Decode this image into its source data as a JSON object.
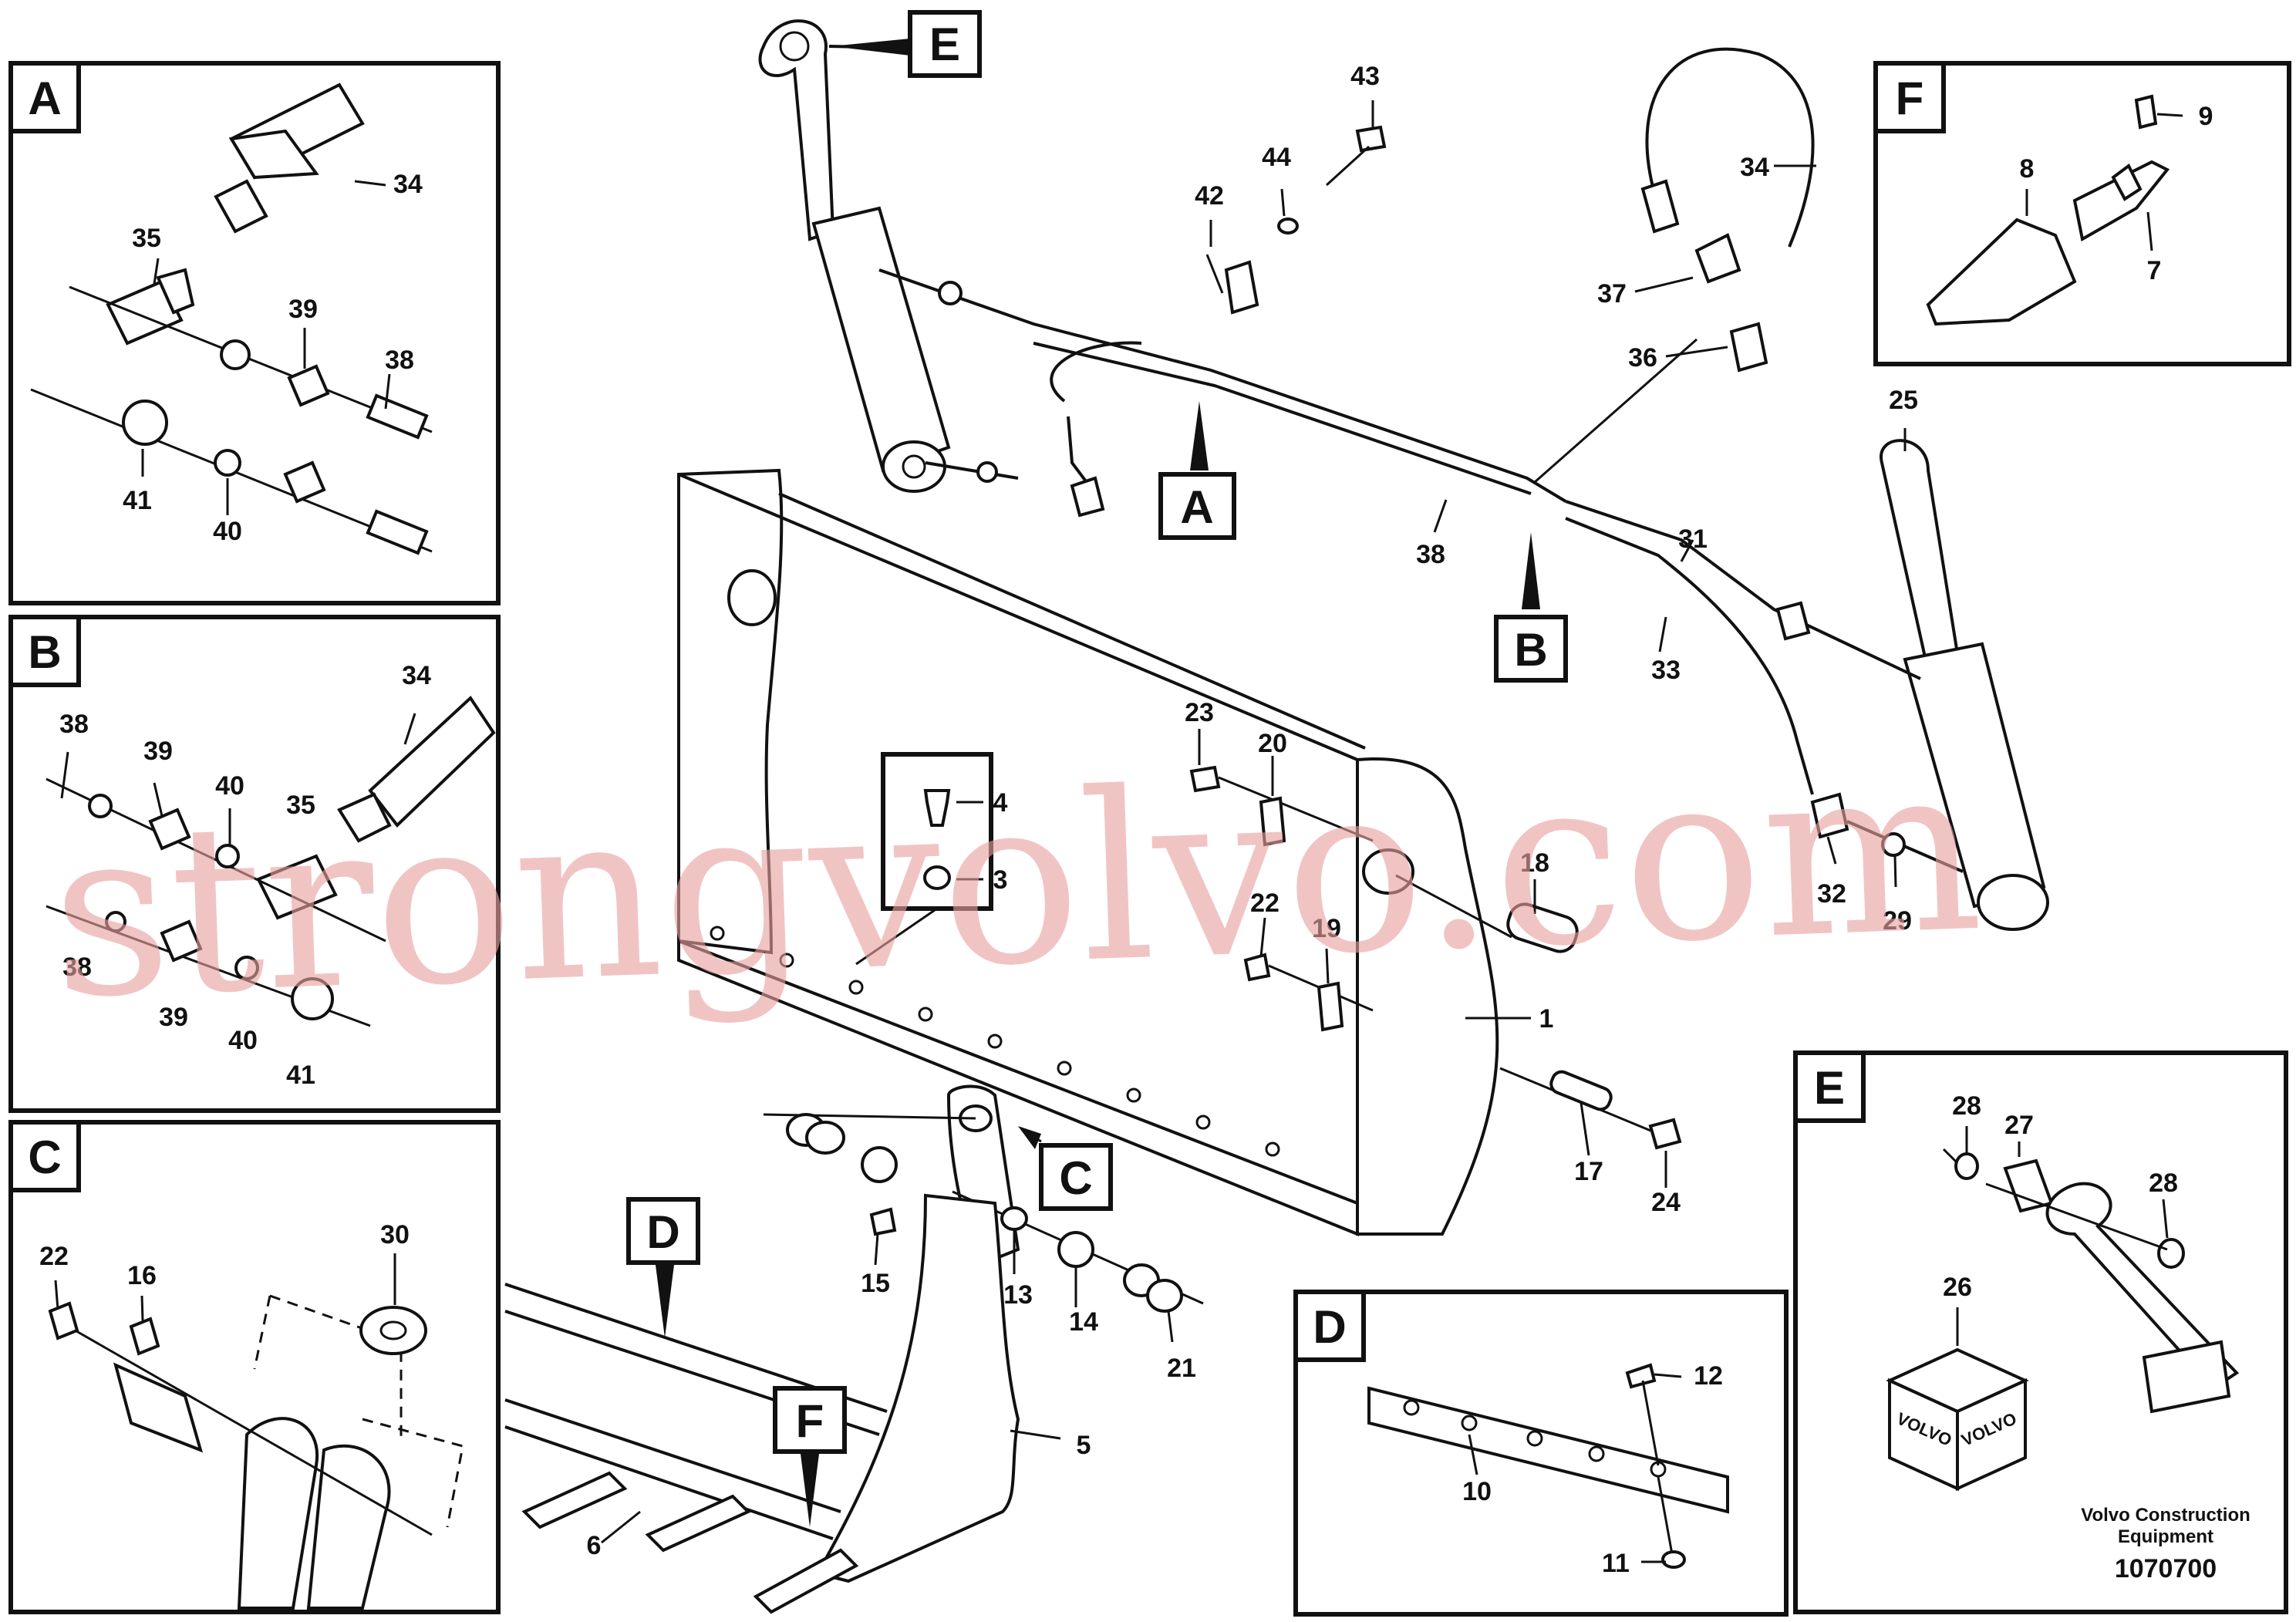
{
  "detail_boxes": {
    "A": "A",
    "B": "B",
    "C": "C",
    "D": "D",
    "E": "E",
    "F": "F"
  },
  "main_letters": {
    "A": "A",
    "B": "B",
    "C": "C",
    "D": "D",
    "E": "E",
    "F": "F"
  },
  "callouts": {
    "A": [
      "34",
      "35",
      "39",
      "38",
      "41",
      "40"
    ],
    "B": [
      "34",
      "38",
      "39",
      "40",
      "35",
      "38",
      "39",
      "40",
      "41"
    ],
    "C": [
      "22",
      "16",
      "30"
    ],
    "D": [
      "12",
      "10",
      "11"
    ],
    "E": [
      "28",
      "27",
      "28",
      "26"
    ],
    "F": [
      "9",
      "8",
      "7"
    ],
    "main": [
      "43",
      "44",
      "42",
      "34",
      "37",
      "36",
      "25",
      "38",
      "31",
      "33",
      "23",
      "20",
      "4",
      "3",
      "18",
      "22",
      "19",
      "1",
      "32",
      "29",
      "17",
      "24",
      "15",
      "13",
      "14",
      "21",
      "5",
      "6"
    ]
  },
  "box_icon": {
    "brand": "VOLVO"
  },
  "footer": {
    "company": "Volvo Construction",
    "company2": "Equipment",
    "doc_number": "1070700"
  },
  "watermark": "strongvolvo.com"
}
